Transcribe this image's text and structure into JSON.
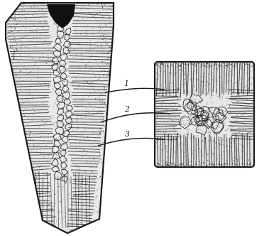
{
  "figure": {
    "background": "#ffffff",
    "ink": "#1a1a1a",
    "stipple": "#5a5a5a",
    "panels": [
      {
        "id": "ingot-longitudinal-section",
        "subject": "ingot-section"
      },
      {
        "id": "magnified-cross-section",
        "subject": "enlarged-structure-view"
      }
    ],
    "zones": [
      {
        "label": "1",
        "structure": "fine-equiaxed-chill-crystals"
      },
      {
        "label": "2",
        "structure": "large-equiaxed-central-crystals"
      },
      {
        "label": "3",
        "structure": "columnar-crystals"
      }
    ],
    "shrinkage_cavity": {
      "present": true,
      "color": "#111111"
    }
  }
}
